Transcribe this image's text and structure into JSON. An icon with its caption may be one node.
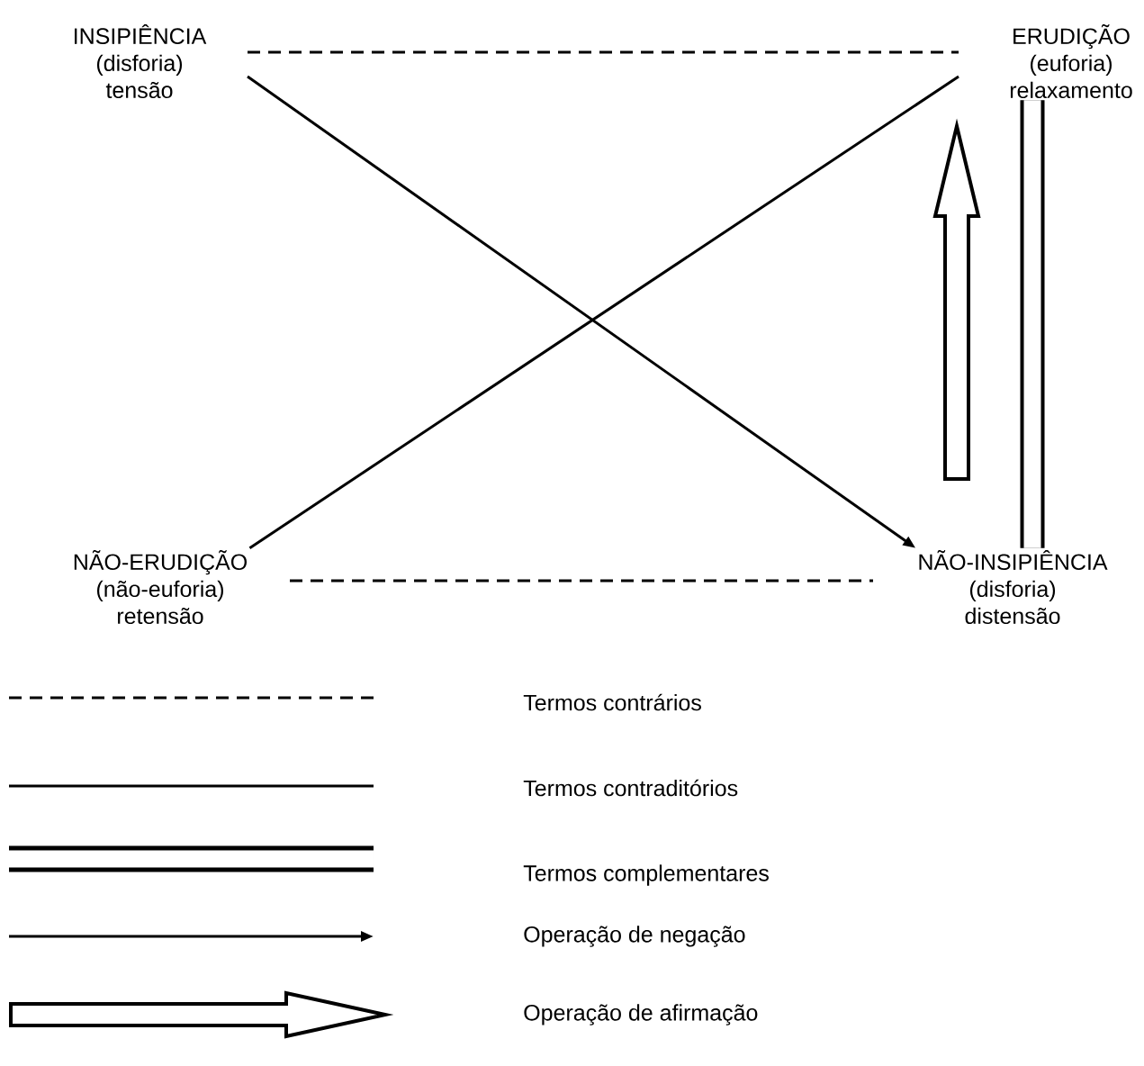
{
  "diagram": {
    "nodes": [
      {
        "text": [
          "INSIPIÊNCIA",
          "(disforia)",
          "tensão"
        ]
      },
      {
        "text": [
          "ERUDIÇÃO",
          "(euforia)",
          "relaxamento"
        ]
      },
      {
        "text": [
          "NÃO-ERUDIÇÃO",
          "(não-euforia)",
          "retensão"
        ]
      },
      {
        "text": [
          "NÃO-INSIPIÊNCIA",
          "(disforia)",
          "distensão"
        ]
      }
    ],
    "edges": [
      {
        "from": 0,
        "to": 1,
        "arrow": "none",
        "style": "dashed"
      },
      {
        "from": 2,
        "to": 3,
        "arrow": "none",
        "style": "dashed"
      },
      {
        "from": 0,
        "to": 3,
        "arrow": "to"
      },
      {
        "from": 2,
        "to": 1,
        "arrow": "none"
      },
      {
        "from": 3,
        "to": 1,
        "arrow": "to",
        "style": "thick"
      },
      {
        "from": 3,
        "to": 1,
        "arrow": "none",
        "style": "thick"
      }
    ],
    "legend": [
      {
        "text": "Termos contrários"
      },
      {
        "text": "Termos contraditórios"
      },
      {
        "text": "Termos complementares"
      },
      {
        "text": "Operação de negação"
      },
      {
        "text": "Operação de afirmação"
      }
    ]
  }
}
